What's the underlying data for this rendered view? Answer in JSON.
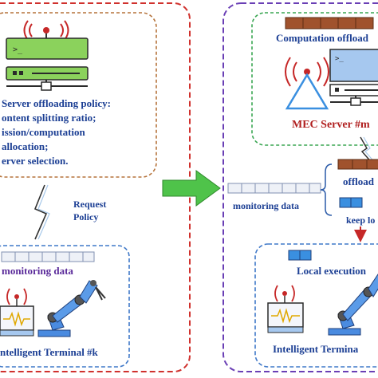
{
  "colors": {
    "left_outer": "#d0312d",
    "policy_box": "#b5733b",
    "terminal_box": "#3f78c8",
    "right_outer": "#6a3fb5",
    "mec_box": "#3aa652",
    "policy_text": "#1c3f94",
    "purple_text": "#5a2a9a",
    "red_text": "#b01e1e",
    "blue_text": "#1c3f94",
    "arrow_green": "#4fc34a",
    "server_green": "#8bd25c",
    "brown_block": "#a0522d",
    "blue_block": "#3a8fe0"
  },
  "policy": {
    "lines": [
      "Server offloading policy:",
      "ontent splitting ratio;",
      "ission/computation",
      "allocation;",
      "erver selection."
    ]
  },
  "left": {
    "request_line1": "Request",
    "request_line2": "Policy",
    "monitoring_label": "monitoring data",
    "terminal_label": "ntelligent Terminal #k"
  },
  "right": {
    "computation_offload": "Computation offload",
    "mec_server": "MEC Server #m",
    "monitoring_label": "monitoring data",
    "offload_label": "offload",
    "keep_local_label": "keep lo",
    "local_execution": "Local execution",
    "terminal_label": "Intelligent Termina"
  }
}
